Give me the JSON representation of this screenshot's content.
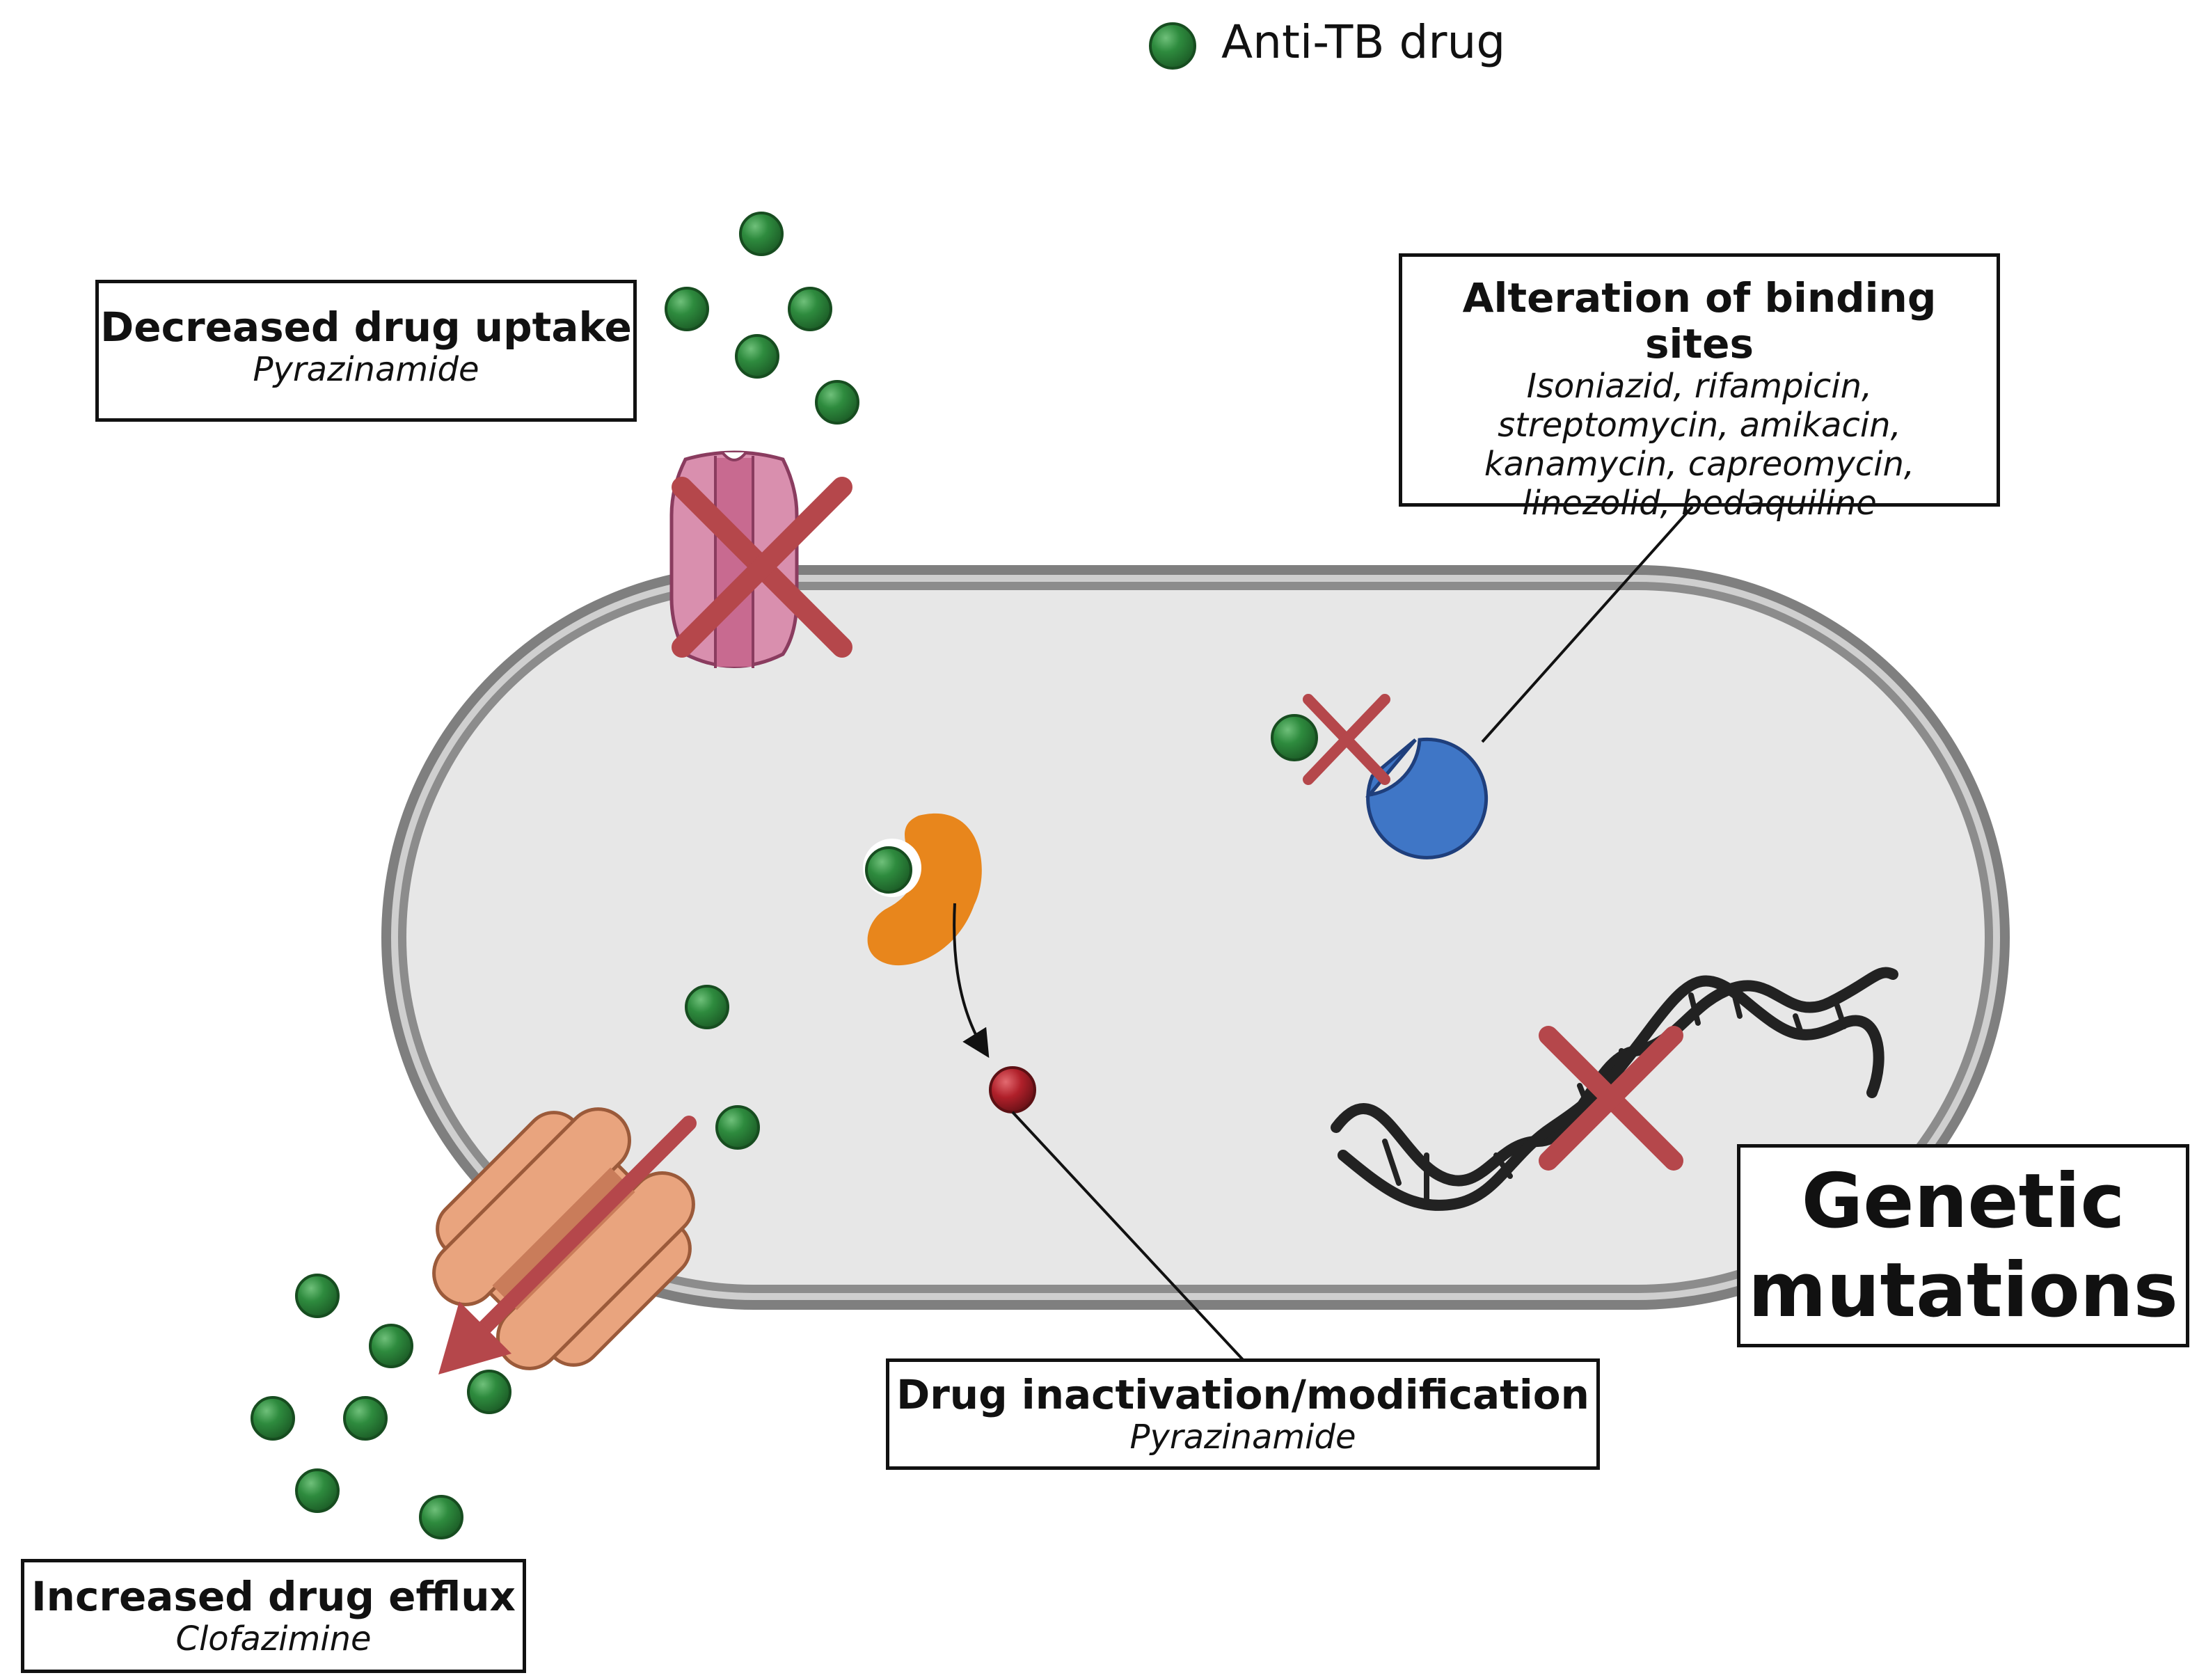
{
  "legend": {
    "label": "Anti-TB drug",
    "marker": "green-drug-sphere"
  },
  "colors": {
    "drug": "#2e8b3e",
    "cross": "#b5474b",
    "cell_fill": "#e7e7e7",
    "cell_membrane": "#8a8a8a",
    "porin": "#d98fae",
    "efflux_pump": "#e9a47e",
    "enzyme": "#e8861c",
    "target": "#3f76c6",
    "modified_drug": "#b0202a",
    "dna": "#222222"
  },
  "boxes": {
    "uptake": {
      "title": "Decreased drug uptake",
      "subtitle": "Pyrazinamide"
    },
    "binding": {
      "title": "Alteration of binding sites",
      "drugs": [
        "Isoniazid, rifampicin,",
        "streptomycin, amikacin,",
        "kanamycin, capreomycin,",
        "linezolid, bedaquiline"
      ]
    },
    "inactivation": {
      "title": "Drug inactivation/modification",
      "subtitle": "Pyrazinamide"
    },
    "efflux": {
      "title": "Increased drug efflux",
      "subtitle": "Clofazimine"
    },
    "genetic": {
      "line1": "Genetic",
      "line2": "mutations"
    }
  }
}
